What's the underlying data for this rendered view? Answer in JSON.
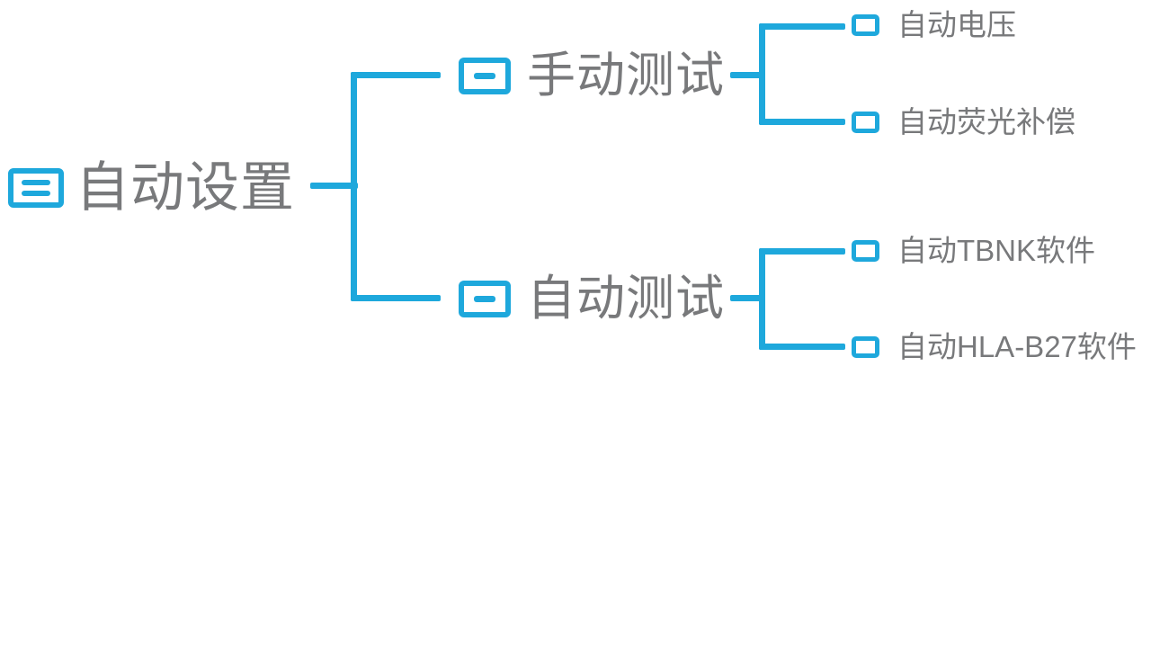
{
  "colors": {
    "accent": "#1ea8dc",
    "text": "#78797b",
    "background": "#ffffff"
  },
  "icons": {
    "root": "list-icon",
    "branch": "collapse-minus-icon",
    "leaf": "square-bullet-icon"
  },
  "tree": {
    "root": {
      "label": "自动设置"
    },
    "branches": [
      {
        "label": "手动测试",
        "children": [
          {
            "label": "自动电压"
          },
          {
            "label": "自动荧光补偿"
          }
        ]
      },
      {
        "label": "自动测试",
        "children": [
          {
            "label": "自动TBNK软件"
          },
          {
            "label": "自动HLA-B27软件"
          }
        ]
      }
    ]
  }
}
